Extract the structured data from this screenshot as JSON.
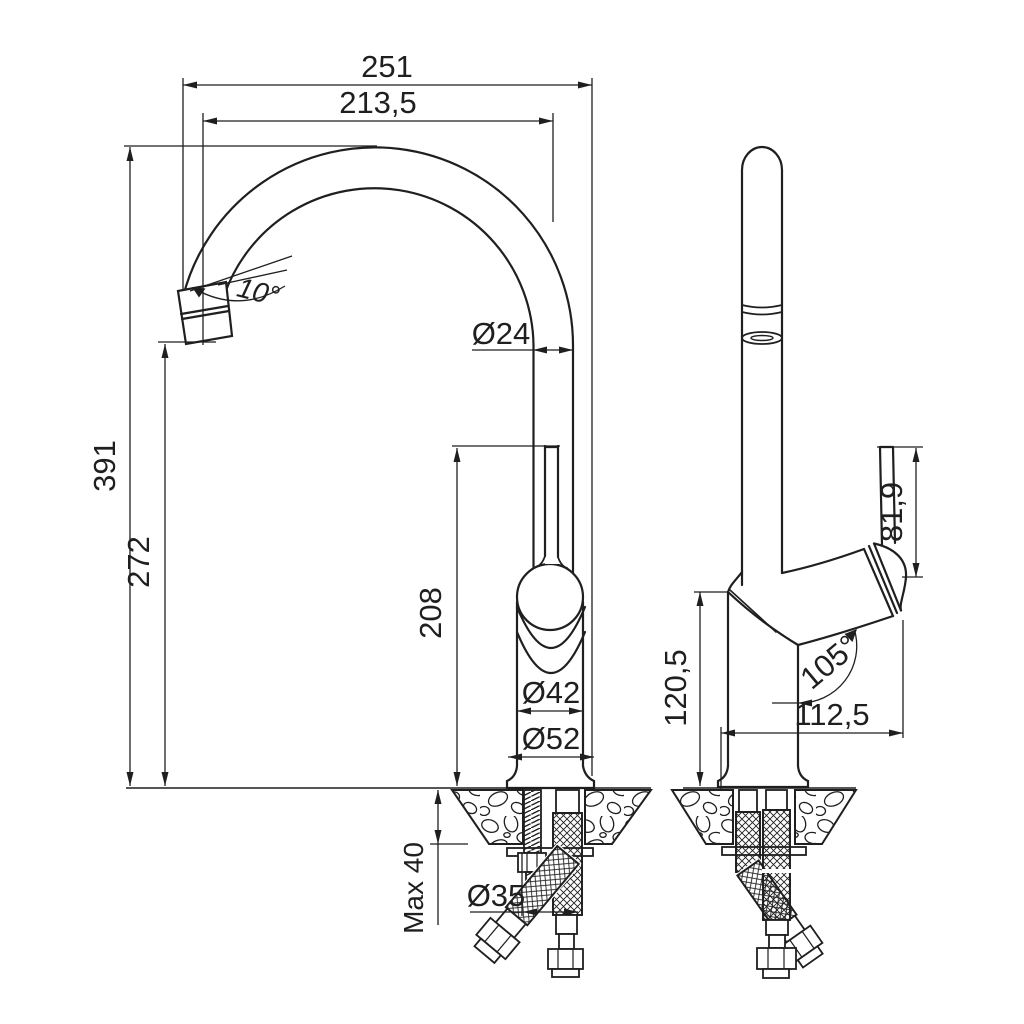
{
  "drawing": {
    "type": "faucet-installation-dimension-drawing",
    "colors": {
      "line": "#1f1f1f",
      "background": "#ffffff"
    },
    "front_view": {
      "dims": {
        "overall_reach": "251",
        "spout_reach": "213,5",
        "spout_tilt_angle": "10°",
        "spout_tube_diameter": "Ø24",
        "total_height": "391",
        "outlet_height": "272",
        "lever_top_height": "208",
        "body_diameter": "Ø42",
        "base_diameter": "Ø52",
        "max_counter_thickness": "Max 40",
        "mounting_hole_diameter": "Ø35"
      }
    },
    "side_view": {
      "dims": {
        "lever_length": "81,9",
        "handle_angle": "105°",
        "base_to_handle_height": "120,5",
        "handle_depth": "112,5"
      }
    }
  }
}
